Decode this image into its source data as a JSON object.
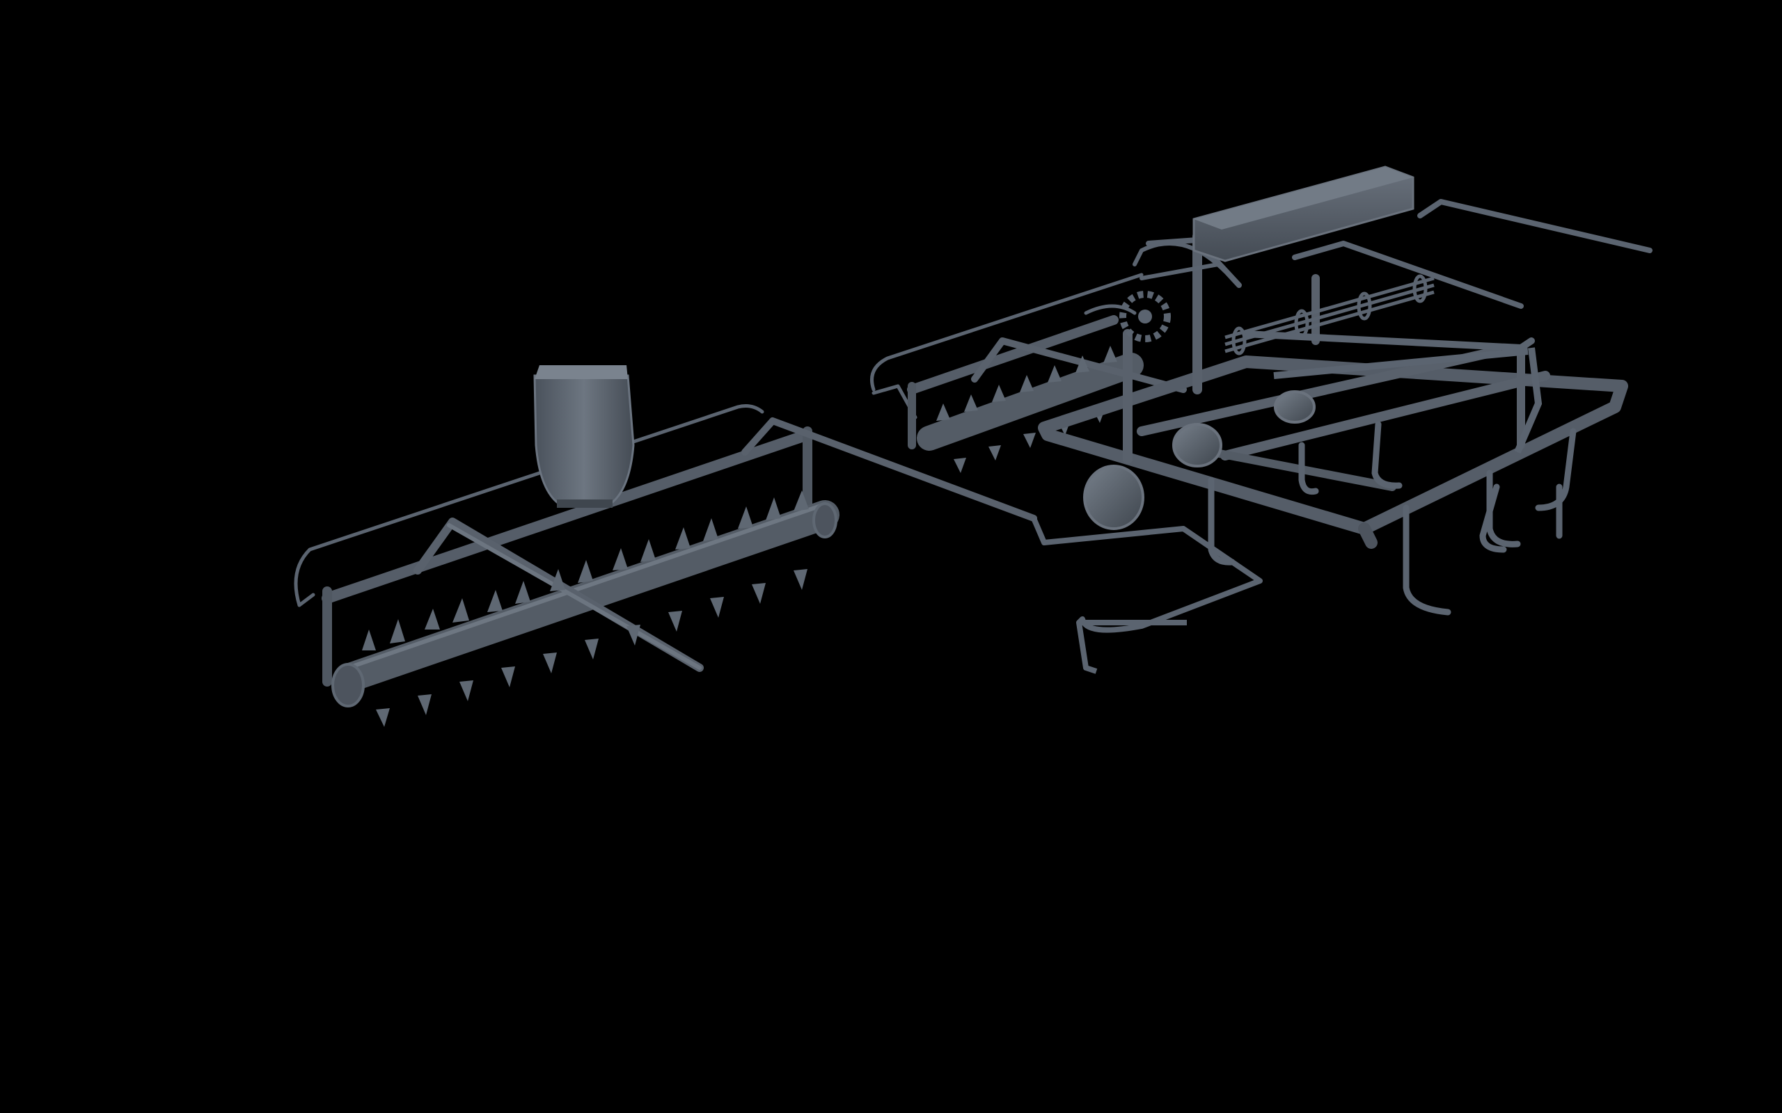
{
  "viewport": {
    "background": "#000000"
  },
  "scene": {
    "description_visible_text": [],
    "colors": {
      "metal": "#5b6470",
      "metal_dark": "#3c434c",
      "metal_light": "#7a838e"
    },
    "objects": [
      {
        "name": "cultivator-frame"
      },
      {
        "name": "spiked-roller-front"
      },
      {
        "name": "spiked-roller-rear"
      },
      {
        "name": "seed-hopper"
      },
      {
        "name": "seed-box"
      },
      {
        "name": "tine-shanks"
      },
      {
        "name": "depth-wheels"
      }
    ]
  }
}
